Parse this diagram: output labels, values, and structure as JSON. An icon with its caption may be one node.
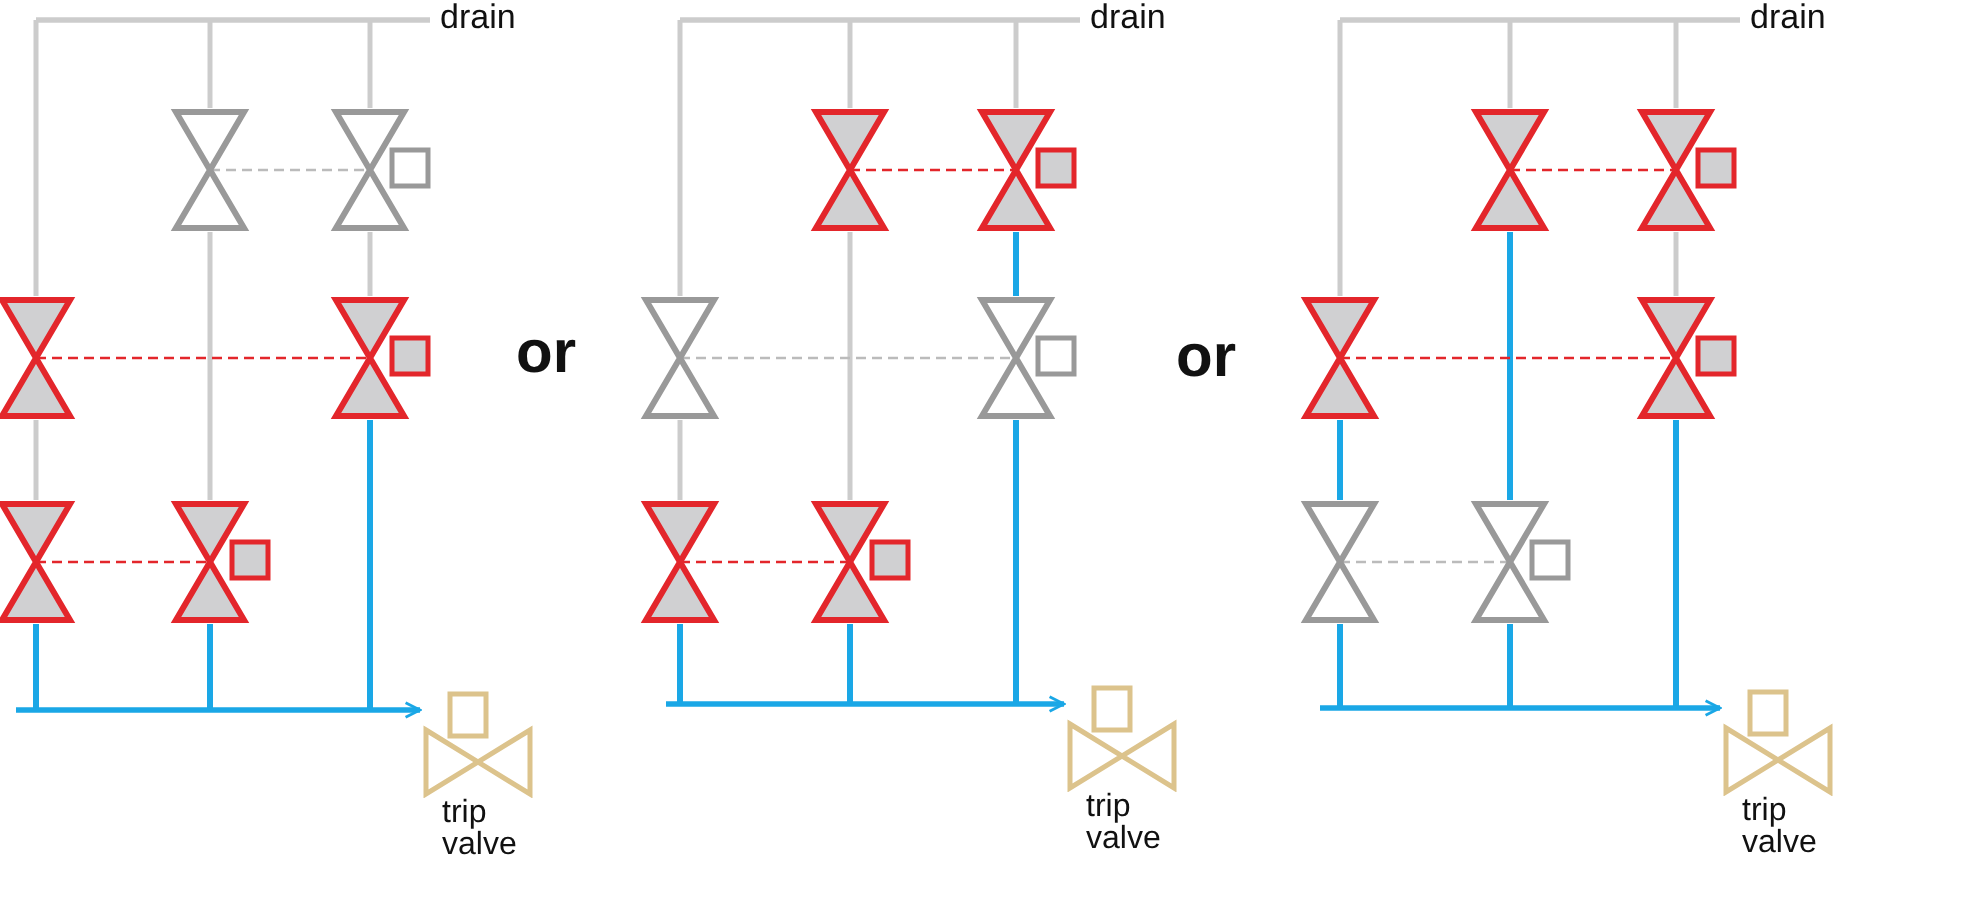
{
  "diagram": {
    "nodes": [
      {
        "text": [
          "drain"
        ]
      },
      {
        "text": [
          "drain"
        ]
      },
      {
        "text": [
          "drain"
        ]
      },
      {
        "text": [
          "trip valve"
        ]
      },
      {
        "text": [
          "trip valve"
        ]
      },
      {
        "text": [
          "trip valve"
        ]
      }
    ],
    "edges": [
      {
        "from": null,
        "to": 0,
        "arrow": "none",
        "color": "#cccccc"
      },
      {
        "from": null,
        "to": 1,
        "arrow": "none",
        "color": "#cccccc"
      },
      {
        "from": null,
        "to": 2,
        "arrow": "none",
        "color": "#cccccc"
      },
      {
        "from": null,
        "to": 3,
        "arrow": "to",
        "color": "#1aa7e6"
      },
      {
        "from": null,
        "to": 4,
        "arrow": "to",
        "color": "#1aa7e6"
      },
      {
        "from": null,
        "to": 5,
        "arrow": "to",
        "color": "#1aa7e6"
      }
    ],
    "labels": [
      "or",
      "or"
    ]
  }
}
